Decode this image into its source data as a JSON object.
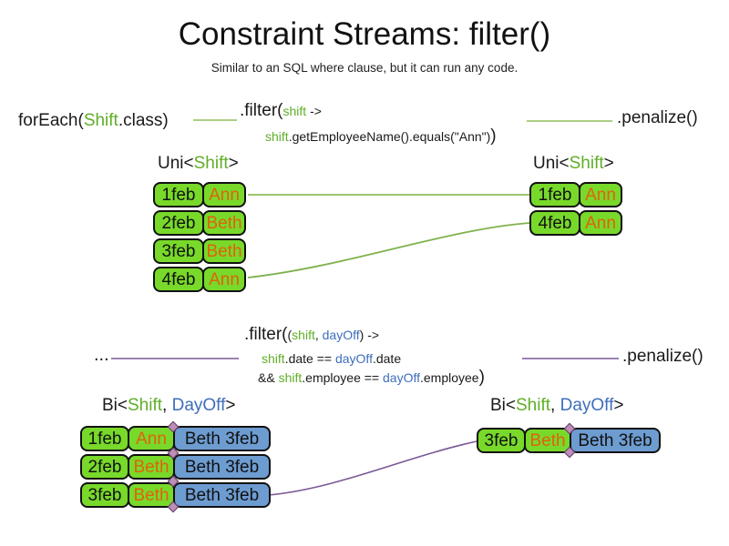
{
  "title": "Constraint Streams: filter()",
  "subtitle": "Similar to an SQL where clause, but it can run any code.",
  "colors": {
    "cell_green": "#78d92a",
    "cell_blue": "#6d9cd1",
    "name_orange": "#e0620d",
    "code_green": "#5fae27",
    "code_blue": "#3e6ebc",
    "uni_line_green": "#8fbe5a",
    "bi_line_purple": "#7a5895",
    "diamond_fill": "#bd8fb6"
  },
  "code1": {
    "foreach_pre": "forEach(",
    "foreach_class": "Shift",
    "foreach_post": ".class)",
    "filter_fn": ".filter(",
    "filter_param": "shift",
    "filter_arrow": " ->",
    "body_var": "shift",
    "body_rest": ".getEmployeeName().equals(\"Ann\")",
    "body_close": ")",
    "penalize": ".penalize()"
  },
  "code2": {
    "ellipsis": "...",
    "filter_fn": ".filter(",
    "filter_open": "(",
    "p1": "shift",
    "comma": ", ",
    "p2": "dayOff",
    "arrow": ") ->",
    "b1_v1": "shift",
    "b1_m1": ".date == ",
    "b1_v2": "dayOff",
    "b1_m2": ".date",
    "b2_amp": "&& ",
    "b2_v1": "shift",
    "b2_m1": ".employee == ",
    "b2_v2": "dayOff",
    "b2_m2": ".employee",
    "b2_close": ")",
    "penalize": ".penalize()"
  },
  "labels": {
    "uni_left": {
      "pre": "Uni<",
      "t1": "Shift",
      "post": ">"
    },
    "uni_right": {
      "pre": "Uni<",
      "t1": "Shift",
      "post": ">"
    },
    "bi_left": {
      "pre": "Bi<",
      "t1": "Shift",
      "sep": ", ",
      "t2": "DayOff",
      "post": ">"
    },
    "bi_right": {
      "pre": "Bi<",
      "t1": "Shift",
      "sep": ", ",
      "t2": "DayOff",
      "post": ">"
    }
  },
  "tables": {
    "uni_left": {
      "rows": [
        {
          "date": "1feb",
          "name": "Ann"
        },
        {
          "date": "2feb",
          "name": "Beth"
        },
        {
          "date": "3feb",
          "name": "Beth"
        },
        {
          "date": "4feb",
          "name": "Ann"
        }
      ]
    },
    "uni_right": {
      "rows": [
        {
          "date": "1feb",
          "name": "Ann"
        },
        {
          "date": "4feb",
          "name": "Ann"
        }
      ]
    },
    "bi_left": {
      "rows": [
        {
          "date": "1feb",
          "name": "Ann",
          "pair": "Beth 3feb"
        },
        {
          "date": "2feb",
          "name": "Beth",
          "pair": "Beth 3feb"
        },
        {
          "date": "3feb",
          "name": "Beth",
          "pair": "Beth 3feb"
        }
      ]
    },
    "bi_right": {
      "rows": [
        {
          "date": "3feb",
          "name": "Beth",
          "pair": "Beth 3feb"
        }
      ]
    }
  }
}
